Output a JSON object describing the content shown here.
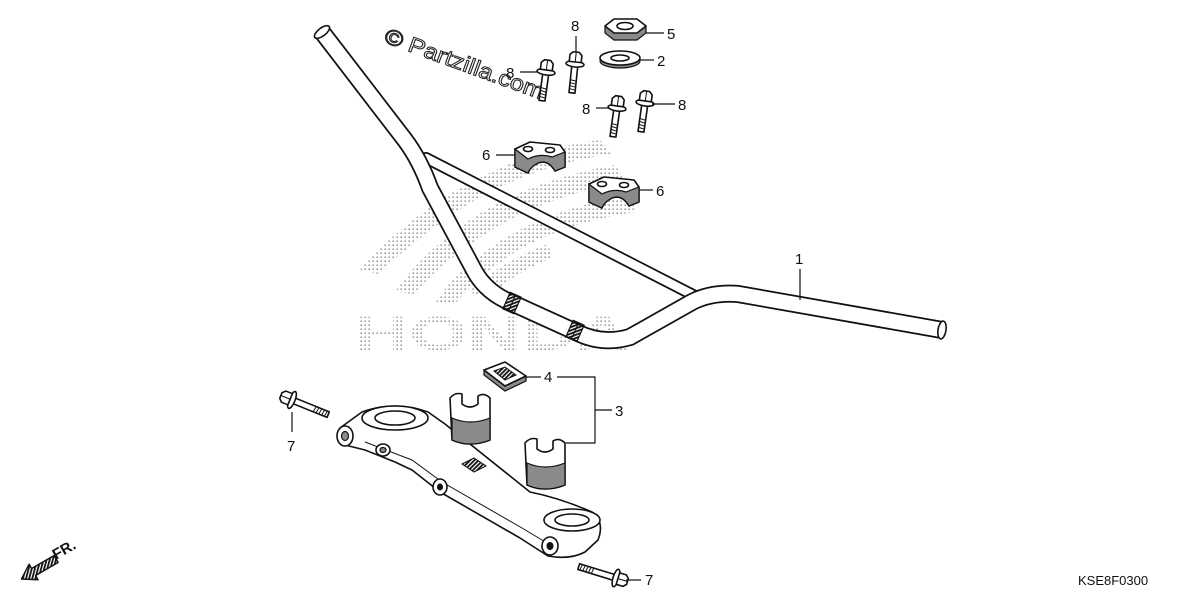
{
  "watermark": "© Partzilla.com",
  "logo_watermark": "HONDA",
  "direction_label": "FR.",
  "diagram_code": "KSE8F0300",
  "callouts": [
    "8",
    "5",
    "8",
    "2",
    "8",
    "8",
    "6",
    "6",
    "1",
    "4",
    "3",
    "7",
    "7"
  ],
  "colors": {
    "line": "#111111",
    "watermark_dots": "#9a9a9a",
    "background": "#ffffff"
  }
}
